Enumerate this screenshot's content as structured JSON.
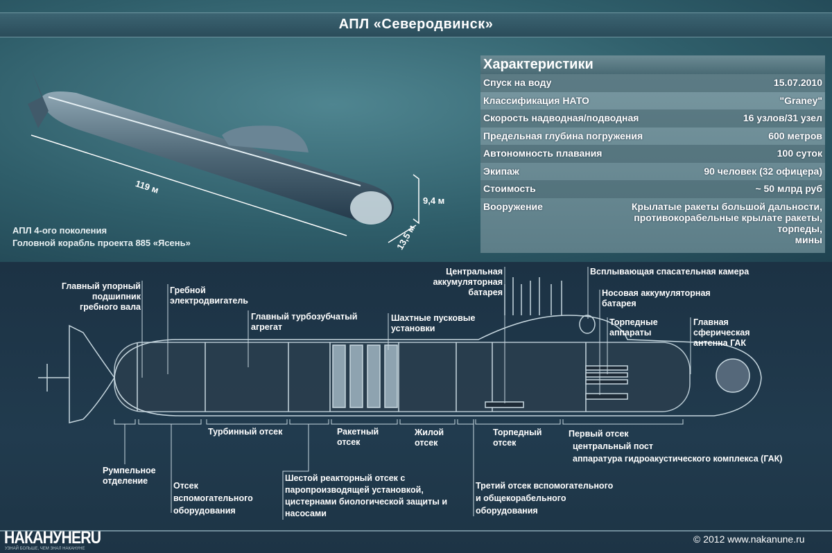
{
  "title": "АПЛ «Северодвинск»",
  "top_note": {
    "line1": "АПЛ 4-ого поколения",
    "line2": "Головной корабль проекта 885 «Ясень»"
  },
  "dimensions": {
    "length": "119 м",
    "height": "9,4 м",
    "width": "13,5 м"
  },
  "specs": {
    "header": "Характеристики",
    "rows": [
      {
        "label": "Спуск на воду",
        "value": "15.07.2010"
      },
      {
        "label": "Классификация НАТО",
        "value": "\"Graney\""
      },
      {
        "label": "Скорость надводная/подводная",
        "value": "16 узлов/31 узел"
      },
      {
        "label": "Предельная глубина погружения",
        "value": "600 метров"
      },
      {
        "label": "Автономность плавания",
        "value": "100 суток"
      },
      {
        "label": "Экипаж",
        "value": "90 человек (32 офицера)"
      },
      {
        "label": "Стоимость",
        "value": "~ 50 млрд руб"
      }
    ],
    "armament": {
      "label": "Вооружение",
      "lines": [
        "Крылатые ракеты большой дальности,",
        "противокорабельные крылате ракеты,",
        "торпеды,",
        "мины"
      ]
    }
  },
  "labels": {
    "bearing": [
      "Главный упорный",
      "подшипник",
      "гребного вала"
    ],
    "motor": [
      "Гребной",
      "электродвигатель"
    ],
    "turbo": [
      "Главный турбозубчатый",
      "агрегат"
    ],
    "silos": [
      "Шахтные пусковые",
      "установки"
    ],
    "central_battery": [
      "Центральная",
      "аккумуляторная",
      "батарея"
    ],
    "rescue": "Всплывающая спасательная камера",
    "bow_battery": [
      "Носовая аккумуляторная",
      "батарея"
    ],
    "torpedo_tubes": [
      "Торпедные",
      "аппараты"
    ],
    "sonar": [
      "Главная",
      "сферическая",
      "антенна ГАК"
    ],
    "turbine": "Турбинный отсек",
    "missile": [
      "Ракетный",
      "отсек"
    ],
    "living": [
      "Жилой",
      "отсек"
    ],
    "torpedo": [
      "Торпедный",
      "отсек"
    ],
    "first": [
      "Первый отсек",
      "центральный пост",
      "аппаратура гидроакустического комплекса (ГАК)"
    ],
    "rudder": [
      "Румпельное",
      "отделение"
    ],
    "aux": [
      "Отсек",
      "вспомогательного",
      "оборудования"
    ],
    "reactor": [
      "Шестой реакторный отсек с",
      "паропроизводящей установкой,",
      "цистернами биологической защиты и",
      "насосами"
    ],
    "third": [
      "Третий отсек вспомогательного",
      "и общекорабельного",
      "оборудования"
    ]
  },
  "footer": {
    "logo": "НАКАНУНЕRU",
    "slogan": "УЗНАЙ БОЛЬШЕ, ЧЕМ ЗНАЛ НАКАНУНЕ",
    "copyright": "© 2012 www.nakanune.ru"
  }
}
